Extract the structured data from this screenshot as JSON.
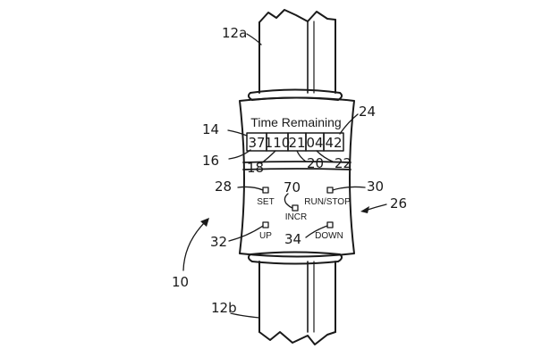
{
  "display": {
    "title": "Time Remaining",
    "digits": [
      "37",
      "110",
      "21",
      "04",
      "42"
    ]
  },
  "buttons": {
    "set": "SET",
    "run_stop": "RUN/STOP",
    "incr": "INCR",
    "up": "UP",
    "down": "DOWN"
  },
  "refs": {
    "strap_top": "12a",
    "strap_bottom": "12b",
    "device": "10",
    "display": "14",
    "r16": "16",
    "r18": "18",
    "r20": "20",
    "r22": "22",
    "r24": "24",
    "control_group": "26",
    "set_button": "28",
    "run_stop_button": "30",
    "up_button": "32",
    "down_button": "34",
    "incr_button": "70"
  }
}
